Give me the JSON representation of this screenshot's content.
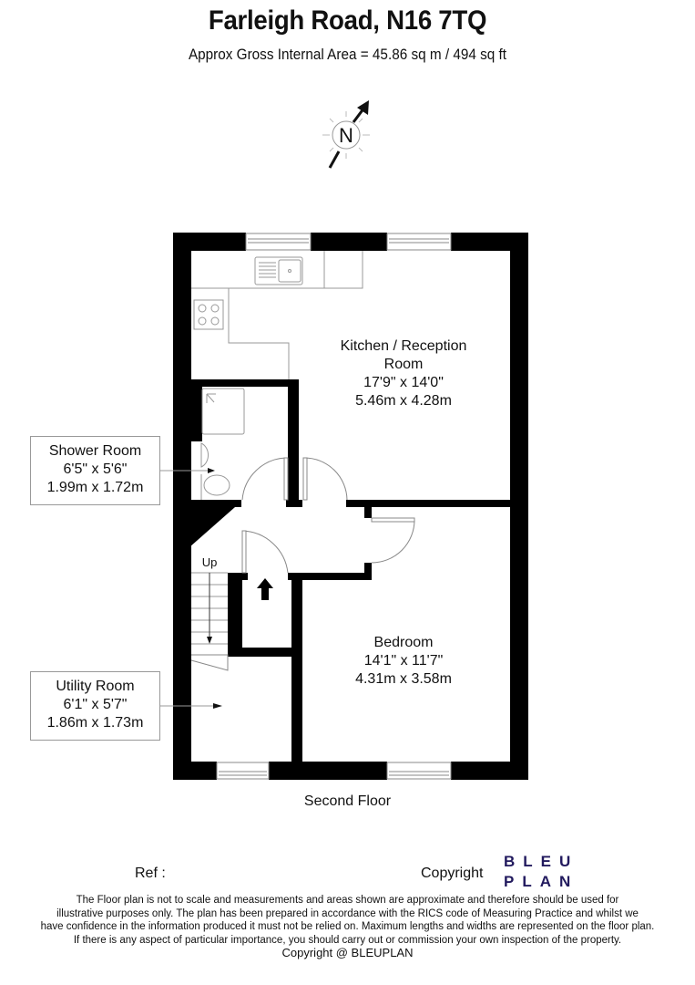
{
  "header": {
    "title": "Farleigh Road, N16 7TQ",
    "subtitle": "Approx Gross Internal Area = 45.86 sq m / 494 sq ft"
  },
  "compass": {
    "label": "N",
    "icon": "north-arrow-compass-icon"
  },
  "rooms": [
    {
      "id": "kitchen-reception",
      "name_line1": "Kitchen / Reception",
      "name_line2": "Room",
      "imperial": "17'9\" x 14'0\"",
      "metric": "5.46m x 4.28m"
    },
    {
      "id": "bedroom",
      "name": "Bedroom",
      "imperial": "14'1\" x 11'7\"",
      "metric": "4.31m x 3.58m"
    }
  ],
  "callouts": [
    {
      "id": "shower-room",
      "name": "Shower Room",
      "imperial": "6'5\" x 5'6\"",
      "metric": "1.99m x 1.72m"
    },
    {
      "id": "utility-room",
      "name": "Utility Room",
      "imperial": "6'1\" x 5'7\"",
      "metric": "1.86m x 1.73m"
    }
  ],
  "stairs": {
    "label": "Up"
  },
  "floor": {
    "name": "Second Floor"
  },
  "footer": {
    "ref_label": "Ref  :",
    "copyright_label": "Copyright",
    "logo_line1": "BLEU",
    "logo_line2": "PLAN",
    "logo_color": "#221a5e",
    "disclaimer_lines": [
      "The Floor plan is not to scale and measurements and areas shown are approximate and therefore should be used for",
      "illustrative purposes only. The plan has been prepared in accordance with the RICS code of Measuring Practice and whilst we",
      "have confidence in the information produced it must not be relied on. Maximum lengths and widths are represented on the floor plan.",
      "If there is any aspect of particular importance, you should carry out or commission your own inspection of the property."
    ],
    "copyright_footer": "Copyright @ BLEUPLAN"
  }
}
